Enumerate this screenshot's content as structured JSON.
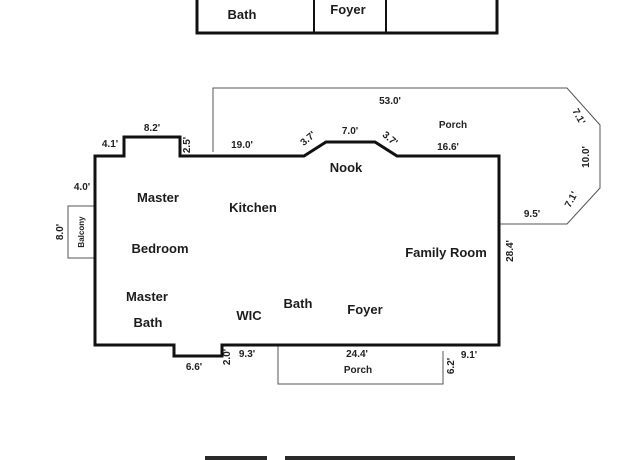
{
  "top_partial": {
    "rooms": {
      "bath": "Bath",
      "foyer": "Foyer"
    }
  },
  "rooms": {
    "nook": "Nook",
    "master": "Master",
    "kitchen": "Kitchen",
    "bedroom": "Bedroom",
    "family_room": "Family Room",
    "master_bath_1": "Master",
    "master_bath_2": "Bath",
    "wic": "WIC",
    "bath": "Bath",
    "foyer": "Foyer",
    "porch_top": "Porch",
    "porch_bottom": "Porch",
    "balcony": "Balcony"
  },
  "dimensions": {
    "porch_top_width": "53.0'",
    "porch_corner_upper": "7.1'",
    "porch_side": "10.0'",
    "porch_corner_lower": "7.1'",
    "porch_base": "9.5'",
    "west_jog": "4.1'",
    "master_bump": "8.2'",
    "bump_depth": "2.5'",
    "kitchen_wall": "19.0'",
    "nook_left": "3.7'",
    "nook_width": "7.0'",
    "nook_right": "3.7'",
    "east_upper": "16.6'",
    "west_upper": "4.0'",
    "balcony_width": "8.0'",
    "east_side": "28.4'",
    "south_jog_width": "6.6'",
    "south_jog_depth": "2.0'",
    "south_wall": "9.3'",
    "porch_bottom_width": "24.4'",
    "porch_bottom_depth": "6.2'",
    "south_east": "9.1'"
  }
}
